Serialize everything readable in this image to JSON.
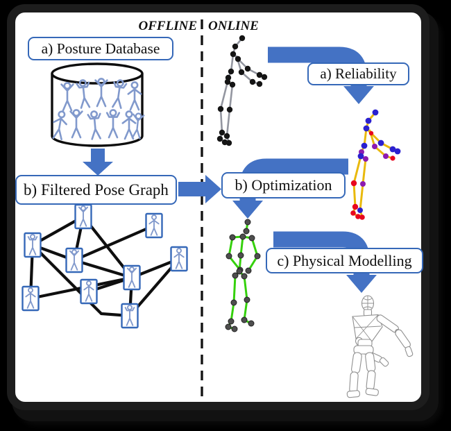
{
  "header": {
    "offline": "OFFLINE",
    "online": "ONLINE"
  },
  "boxes": {
    "posture_database": "a) Posture Database",
    "filtered_pose_graph": "b) Filtered Pose Graph",
    "reliability": "a) Reliability",
    "optimization": "b) Optimization",
    "physical_modelling": "c) Physical Modelling"
  },
  "colors": {
    "arrow_blue": "#4472c4",
    "box_border_blue": "#3568b8",
    "figure_blue": "#8199cc",
    "bone_gray": "#9396a0",
    "bone_yellow": "#e9b90c",
    "bone_green": "#35d10c",
    "joint_black": "#151515",
    "joint_blue": "#2b20cf",
    "joint_red": "#e8061e",
    "joint_purple": "#8c1bb0",
    "graph_edge": "#0f0f0f",
    "wire_gray": "#909090",
    "divider": "#141414"
  }
}
